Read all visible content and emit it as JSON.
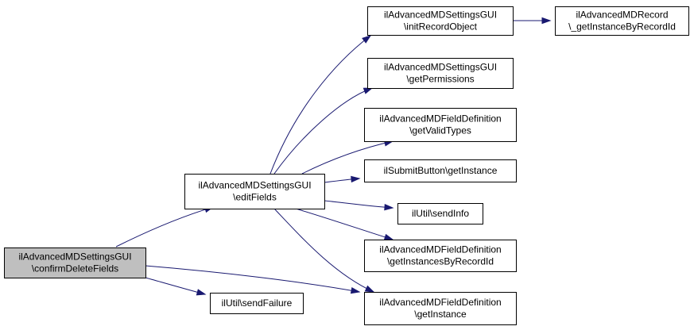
{
  "colors": {
    "node_fill": "#ffffff",
    "root_fill": "#bfbfbf",
    "node_border": "#000000",
    "edge": "#191970",
    "text": "#000000"
  },
  "nodes": [
    {
      "id": "confirm",
      "lines": [
        "ilAdvancedMDSettingsGUI",
        "\\confirmDeleteFields"
      ],
      "highlighted": true
    },
    {
      "id": "editFields",
      "lines": [
        "ilAdvancedMDSettingsGUI",
        "\\editFields"
      ]
    },
    {
      "id": "sendFailure",
      "lines": [
        "ilUtil\\sendFailure"
      ]
    },
    {
      "id": "initRecordObject",
      "lines": [
        "ilAdvancedMDSettingsGUI",
        "\\initRecordObject"
      ]
    },
    {
      "id": "getPermissions",
      "lines": [
        "ilAdvancedMDSettingsGUI",
        "\\getPermissions"
      ]
    },
    {
      "id": "getValidTypes",
      "lines": [
        "ilAdvancedMDFieldDefinition",
        "\\getValidTypes"
      ]
    },
    {
      "id": "submitGetInstance",
      "lines": [
        "ilSubmitButton\\getInstance"
      ]
    },
    {
      "id": "sendInfo",
      "lines": [
        "ilUtil\\sendInfo"
      ]
    },
    {
      "id": "getInstancesByRecordId",
      "lines": [
        "ilAdvancedMDFieldDefinition",
        "\\getInstancesByRecordId"
      ]
    },
    {
      "id": "getInstance",
      "lines": [
        "ilAdvancedMDFieldDefinition",
        "\\getInstance"
      ]
    },
    {
      "id": "recordGetInstance",
      "lines": [
        "ilAdvancedMDRecord",
        "\\_getInstanceByRecordId"
      ]
    }
  ],
  "edges": [
    {
      "from": "confirm",
      "to": "editFields"
    },
    {
      "from": "confirm",
      "to": "sendFailure"
    },
    {
      "from": "confirm",
      "to": "getInstance"
    },
    {
      "from": "editFields",
      "to": "initRecordObject"
    },
    {
      "from": "editFields",
      "to": "getPermissions"
    },
    {
      "from": "editFields",
      "to": "getValidTypes"
    },
    {
      "from": "editFields",
      "to": "submitGetInstance"
    },
    {
      "from": "editFields",
      "to": "sendInfo"
    },
    {
      "from": "editFields",
      "to": "getInstancesByRecordId"
    },
    {
      "from": "editFields",
      "to": "getInstance"
    },
    {
      "from": "initRecordObject",
      "to": "recordGetInstance"
    }
  ]
}
